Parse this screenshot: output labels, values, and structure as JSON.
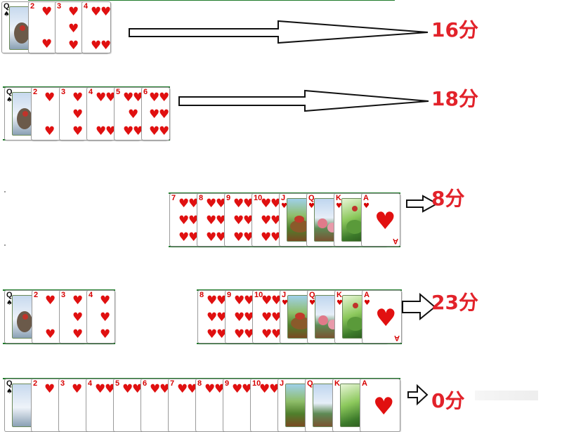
{
  "scores": [
    "16分",
    "18分",
    "8分",
    "23分",
    "0分"
  ],
  "ranks": {
    "q": "Q",
    "two": "2",
    "three": "3",
    "four": "4",
    "five": "5",
    "six": "6",
    "seven": "7",
    "eight": "8",
    "nine": "9",
    "ten": "10",
    "jack": "J",
    "king": "K",
    "ace": "A"
  },
  "suits": {
    "spade": "♠",
    "heart": "♥"
  },
  "colors": {
    "score_red": "#e2222a",
    "suit_red": "#e01010",
    "felt_green": "#1f7a2a"
  }
}
